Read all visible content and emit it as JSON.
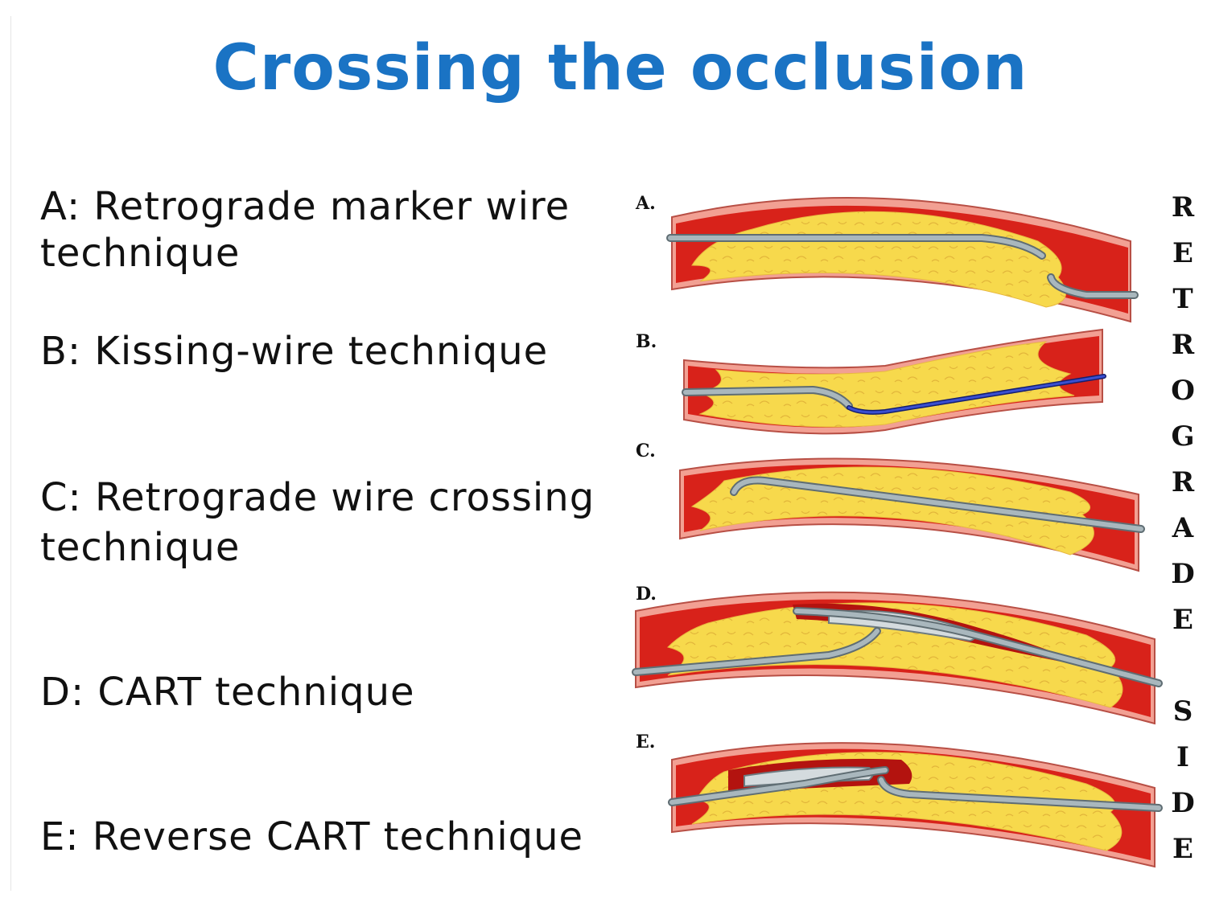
{
  "title": "Crossing the occlusion",
  "techniques": [
    {
      "lines": [
        "A: Retrograde marker wire",
        "technique"
      ]
    },
    {
      "lines": [
        "B: Kissing-wire technique"
      ]
    },
    {
      "lines": [
        "C: Retrograde wire crossing",
        "technique"
      ]
    },
    {
      "lines": [
        "D: CART technique"
      ]
    },
    {
      "lines": [
        "E: Reverse CART technique"
      ]
    }
  ],
  "panel_labels": [
    "A.",
    "B.",
    "C.",
    "D.",
    "E."
  ],
  "side_word": [
    "R",
    "E",
    "T",
    "R",
    "O",
    "G",
    "R",
    "A",
    "D",
    "E",
    "S",
    "I",
    "D",
    "E"
  ],
  "colors": {
    "title": "#1a73c4",
    "vessel_wall": "#f2a093",
    "lumen": "#d8221a",
    "plaque": "#f7d94c",
    "wire": "#8e9ea6",
    "blue_wire": "#2436a8",
    "balloon": "#d4dbde"
  }
}
